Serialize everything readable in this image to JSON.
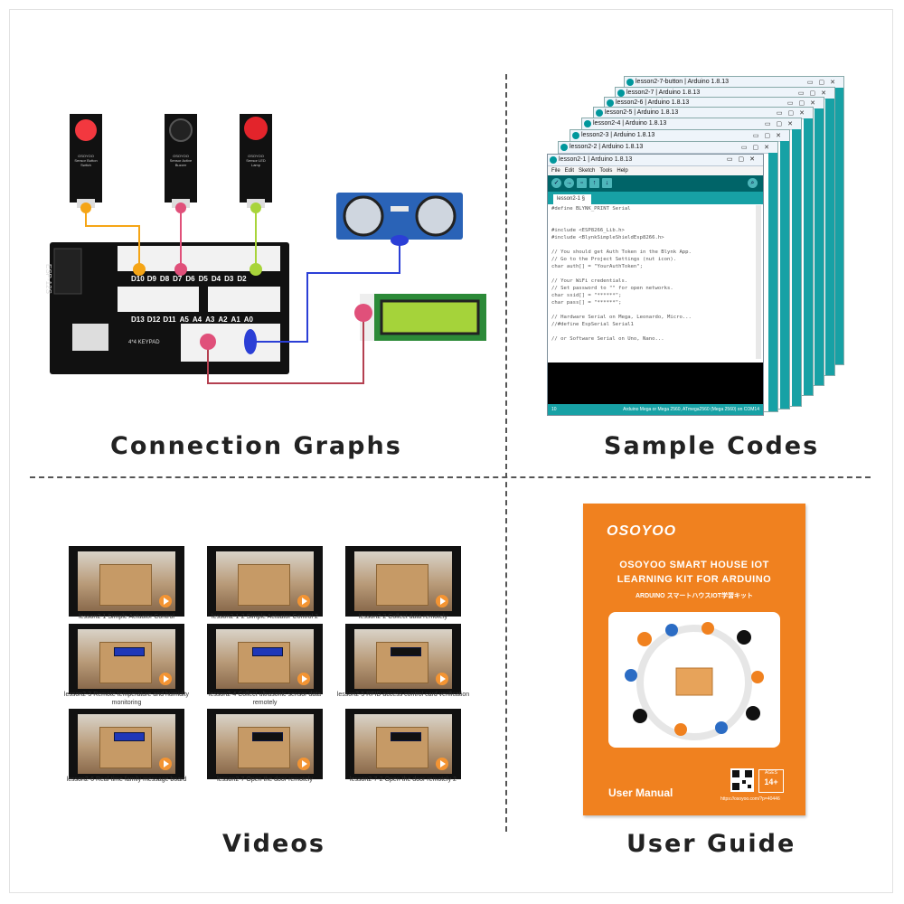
{
  "quadrants": {
    "connection": {
      "caption": "Connection  Graphs"
    },
    "codes": {
      "caption": "Sample Codes"
    },
    "videos": {
      "caption": "Videos"
    },
    "guide": {
      "caption": "User Guide"
    }
  },
  "board": {
    "esp_label": "ESP-12S",
    "pin_row_top": [
      "D10",
      "D9",
      "D8",
      "D7",
      "D6",
      "D5",
      "D4",
      "D3",
      "D2"
    ],
    "pin_row_bottom": [
      "D13",
      "D12",
      "D11",
      "A5",
      "A4",
      "A3",
      "A2",
      "A1",
      "A0"
    ],
    "keypad_label": "4*4 KEYPAD",
    "modules": [
      {
        "label": "OSOYOO Sensor Button Switch",
        "color": "#f3383f"
      },
      {
        "label": "OSOYOO Sensor Active Buzzer",
        "color": "#111111"
      },
      {
        "label": "OSOYOO Sensor LED Lamp",
        "color": "#e3242b"
      }
    ],
    "wire_colors": {
      "orange": "#f5a516",
      "pink": "#e0507a",
      "green": "#a8d43a",
      "blue": "#2b3fd6",
      "red": "#b44050"
    }
  },
  "windows": [
    {
      "title": "lesson2-7-button | Arduino 1.8.13"
    },
    {
      "title": "lesson2-7 | Arduino 1.8.13"
    },
    {
      "title": "lesson2-6 | Arduino 1.8.13"
    },
    {
      "title": "lesson2-5 | Arduino 1.8.13"
    },
    {
      "title": "lesson2-4 | Arduino 1.8.13"
    },
    {
      "title": "lesson2-3 | Arduino 1.8.13"
    },
    {
      "title": "lesson2-2 | Arduino 1.8.13"
    }
  ],
  "main_window": {
    "title": "lesson2-1 | Arduino 1.8.13",
    "menu": [
      "File",
      "Edit",
      "Sketch",
      "Tools",
      "Help"
    ],
    "tab": "lesson2-1 §",
    "code": "#define BLYNK_PRINT Serial\n\n\n#include <ESP8266_Lib.h>\n#include <BlynkSimpleShieldEsp8266.h>\n\n// You should get Auth Token in the Blynk App.\n// Go to the Project Settings (nut icon).\nchar auth[] = \"YourAuthToken\";\n\n// Your WiFi credentials.\n// Set password to \"\" for open networks.\nchar ssid[] = \"******\";\nchar pass[] = \"******\";\n\n// Hardware Serial on Mega, Leonardo, Micro...\n//#define EspSerial Serial1\n\n// or Software Serial on Uno, Nano...",
    "status_line": "10",
    "status_board": "Arduino Mega or Mega 2560, ATmega2560 (Mega 2560) on COM14"
  },
  "videos": [
    {
      "caption": "lesson2-1 Simple Actuator Control"
    },
    {
      "caption": "lesson2-1-2 Simple Actuator Control 2"
    },
    {
      "caption": "lesson2-2 Collect data remotely"
    },
    {
      "caption": "lesson2-3 Remote temperature and humidity monitoring"
    },
    {
      "caption": "lesson2-4 Collect ultrasonic sensor data remotely"
    },
    {
      "caption": "lesson2-5 RFID access control card verification"
    },
    {
      "caption": "lesson2-6 Real-time family message board"
    },
    {
      "caption": "lesson2-7 Open the door remotely"
    },
    {
      "caption": "lesson2-7-2 Open the door remotely 2"
    }
  ],
  "guide": {
    "brand": "OSOYOO",
    "title_line1": "OSOYOO SMART HOUSE IOT",
    "title_line2": "LEARNING KIT FOR ARDUINO",
    "subtitle": "ARDUINO スマートハウスIOT学習キット",
    "footer": "User Manual",
    "ages_label": "AGES",
    "ages_value": "14+",
    "url": "https://osoyoo.com/?p=40446",
    "cover_color": "#f0811f"
  }
}
